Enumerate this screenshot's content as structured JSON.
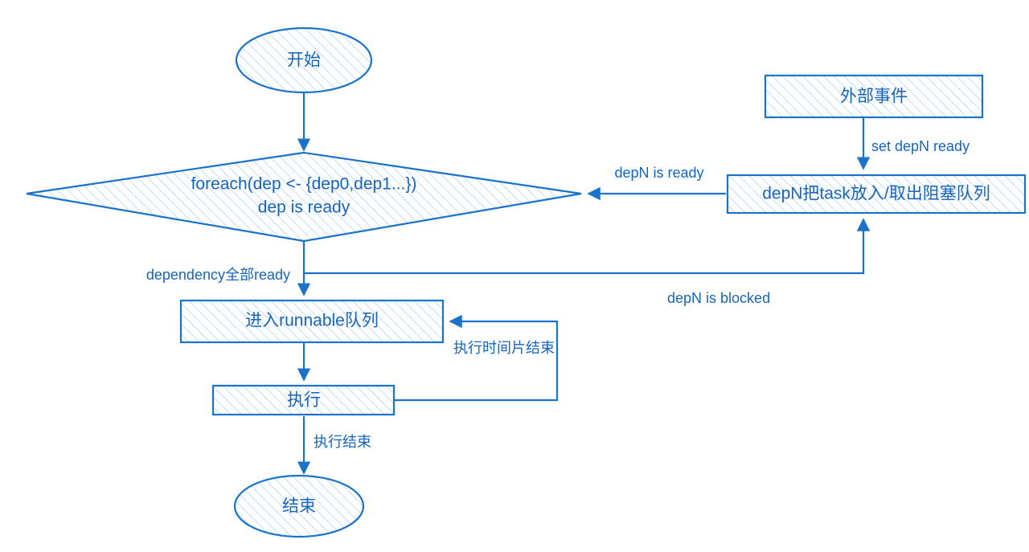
{
  "diagram": {
    "title": "task scheduling flowchart",
    "colors": {
      "stroke": "#1a73c8",
      "text": "#1565c0",
      "hatch": "#a8d0ef",
      "background": "#ffffff"
    },
    "nodes": [
      {
        "id": "start",
        "shape": "ellipse",
        "label": "开始"
      },
      {
        "id": "decision",
        "shape": "diamond",
        "label_line1": "foreach(dep <- {dep0,dep1...})",
        "label_line2": "dep is ready"
      },
      {
        "id": "external",
        "shape": "rect",
        "label": "外部事件"
      },
      {
        "id": "blockqueue",
        "shape": "rect",
        "label": "depN把task放入/取出阻塞队列"
      },
      {
        "id": "runnable",
        "shape": "rect",
        "label": "进入runnable队列"
      },
      {
        "id": "execute",
        "shape": "rect",
        "label": "执行"
      },
      {
        "id": "end",
        "shape": "ellipse",
        "label": "结束"
      }
    ],
    "edges": [
      {
        "id": "start-to-decision",
        "from": "start",
        "to": "decision",
        "label": ""
      },
      {
        "id": "external-to-blockqueue",
        "from": "external",
        "to": "blockqueue",
        "label": "set depN ready"
      },
      {
        "id": "blockqueue-to-decision",
        "from": "blockqueue",
        "to": "decision",
        "label": "depN is ready"
      },
      {
        "id": "decision-to-runnable",
        "from": "decision",
        "to": "runnable",
        "label": "dependency全部ready"
      },
      {
        "id": "decision-to-blockqueue",
        "from": "decision",
        "to": "blockqueue",
        "label": "depN is blocked"
      },
      {
        "id": "runnable-to-execute",
        "from": "runnable",
        "to": "execute",
        "label": ""
      },
      {
        "id": "execute-to-runnable",
        "from": "execute",
        "to": "runnable",
        "label": "执行时间片结束"
      },
      {
        "id": "execute-to-end",
        "from": "execute",
        "to": "end",
        "label": "执行结束"
      }
    ]
  }
}
